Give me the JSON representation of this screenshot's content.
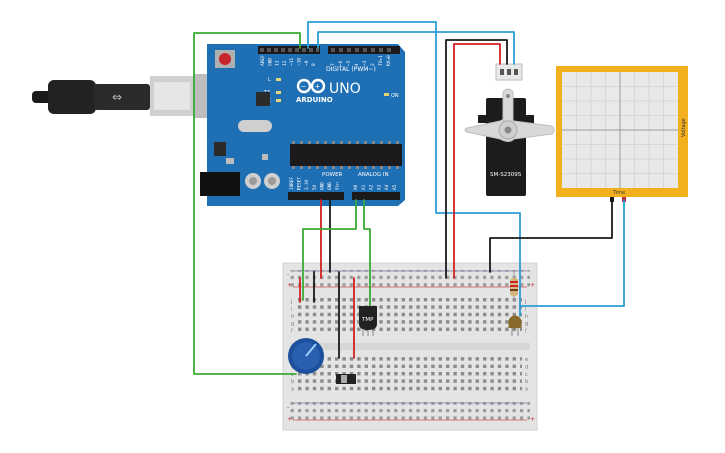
{
  "arduino": {
    "brand": "ARDUINO",
    "model": "UNO",
    "digital_header": "DIGITAL (PWM~)",
    "power_header": "POWER",
    "analog_header": "ANALOG IN",
    "led_l": "L",
    "led_tx": "TX",
    "led_rx": "RX",
    "led_on": "ON",
    "pins_digital": [
      "AREF",
      "GND",
      "13",
      "12",
      "~11",
      "~10",
      "~9",
      "8",
      "7",
      "~6",
      "~5",
      "4",
      "~3",
      "2",
      "TX▸1",
      "RX◂0"
    ],
    "pins_power": [
      "IOREF",
      "RESET",
      "3.3V",
      "5V",
      "GND",
      "GND",
      "Vin"
    ],
    "pins_analog": [
      "A0",
      "A1",
      "A2",
      "A3",
      "A4",
      "A5"
    ]
  },
  "servo": {
    "label": "SM-S2309S"
  },
  "tmp_sensor": {
    "label": "TMP"
  },
  "oscilloscope": {
    "x_label": "Time",
    "y_label": "Voltage"
  },
  "breadboard": {
    "row_letters_top": [
      "j",
      "i",
      "h",
      "g",
      "f"
    ],
    "row_letters_bottom": [
      "e",
      "d",
      "c",
      "b",
      "a"
    ],
    "rail_plus": "+",
    "rail_minus": "-"
  },
  "colors": {
    "board": "#1f6fb5",
    "wire_green": "#3aaa35",
    "wire_red": "#d32020",
    "wire_blue": "#2a9fd6",
    "wire_black": "#1a1a1a",
    "scope_frame": "#f2b01e",
    "pot_knob": "#1c4f9c"
  },
  "icons": [
    "usb-cable-icon",
    "reset-button-icon",
    "arduino-logo-icon"
  ]
}
